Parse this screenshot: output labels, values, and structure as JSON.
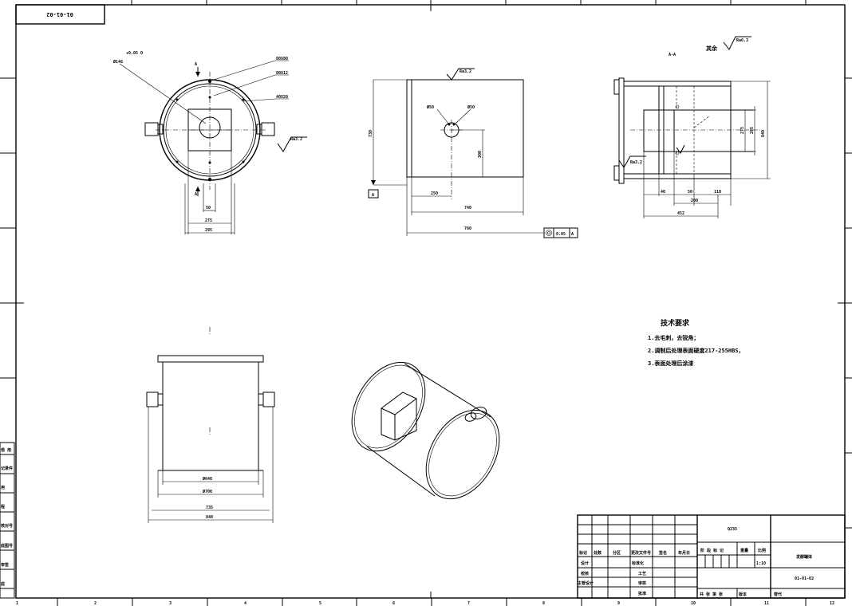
{
  "drawing_code_rotated": "01-01-02",
  "dims": {
    "tol": "+0.05\n0",
    "d146": "Ø146",
    "d50a": "Ø50",
    "d50b": "Ø50",
    "sec_mark": "A",
    "m80x80": "80X80",
    "m80x12": "80X12",
    "m40x20": "40X20",
    "w50": "50",
    "w275": "275",
    "w295": "295",
    "ra_front": "Ra3.2",
    "ra_front_top": "Ra3.2",
    "h730": "730",
    "h300": "300",
    "w250": "250",
    "w740": "740",
    "w760": "760",
    "datum": "A",
    "flat_tol": "0.05",
    "flat_datum": "A",
    "section_name": "A-A",
    "rest_label": "其余",
    "ra_rest": "Ra6.3",
    "ra_sec": "Ra3.2",
    "s40": "40",
    "s50": "50",
    "s110": "110",
    "s200": "200",
    "s452": "452",
    "v275": "275",
    "v295": "295",
    "v840": "840",
    "d640": "Ø640",
    "d700": "Ø700",
    "b735": "735",
    "b840": "840"
  },
  "tech": {
    "title": "技术要求",
    "line1": "1.去毛刺，去锐角；",
    "line2": "2.调制后处理表面硬度217-255HBS，",
    "line3": "3.表面处理后涂漆"
  },
  "left_strip": [
    "借 用",
    "记录件",
    "用",
    "程",
    "核对号",
    "底图号",
    "审签",
    "底"
  ],
  "title_block": {
    "material": "Q235",
    "h_mark": "标记",
    "h_count": "处数",
    "h_zone": "分区",
    "h_docno": "更改文件号",
    "h_sign": "签名",
    "h_date": "年月日",
    "r_design": "设计",
    "r_check": "校核",
    "r_chief": "主管设计",
    "r_std": "标准化",
    "r_proc": "工艺",
    "r_review": "审核",
    "r_approve": "批准",
    "stage": "阶 段 标 记",
    "weight": "重量",
    "scale": "比例",
    "scale_val": "1:10",
    "sheets": "共 张 第 张",
    "version": "版本",
    "replace": "替代",
    "part_name": "发酵罐体",
    "drawing_no": "01-01-02"
  },
  "zones": [
    "1",
    "2",
    "3",
    "4",
    "5",
    "6",
    "7",
    "8",
    "9",
    "10",
    "11",
    "12"
  ]
}
